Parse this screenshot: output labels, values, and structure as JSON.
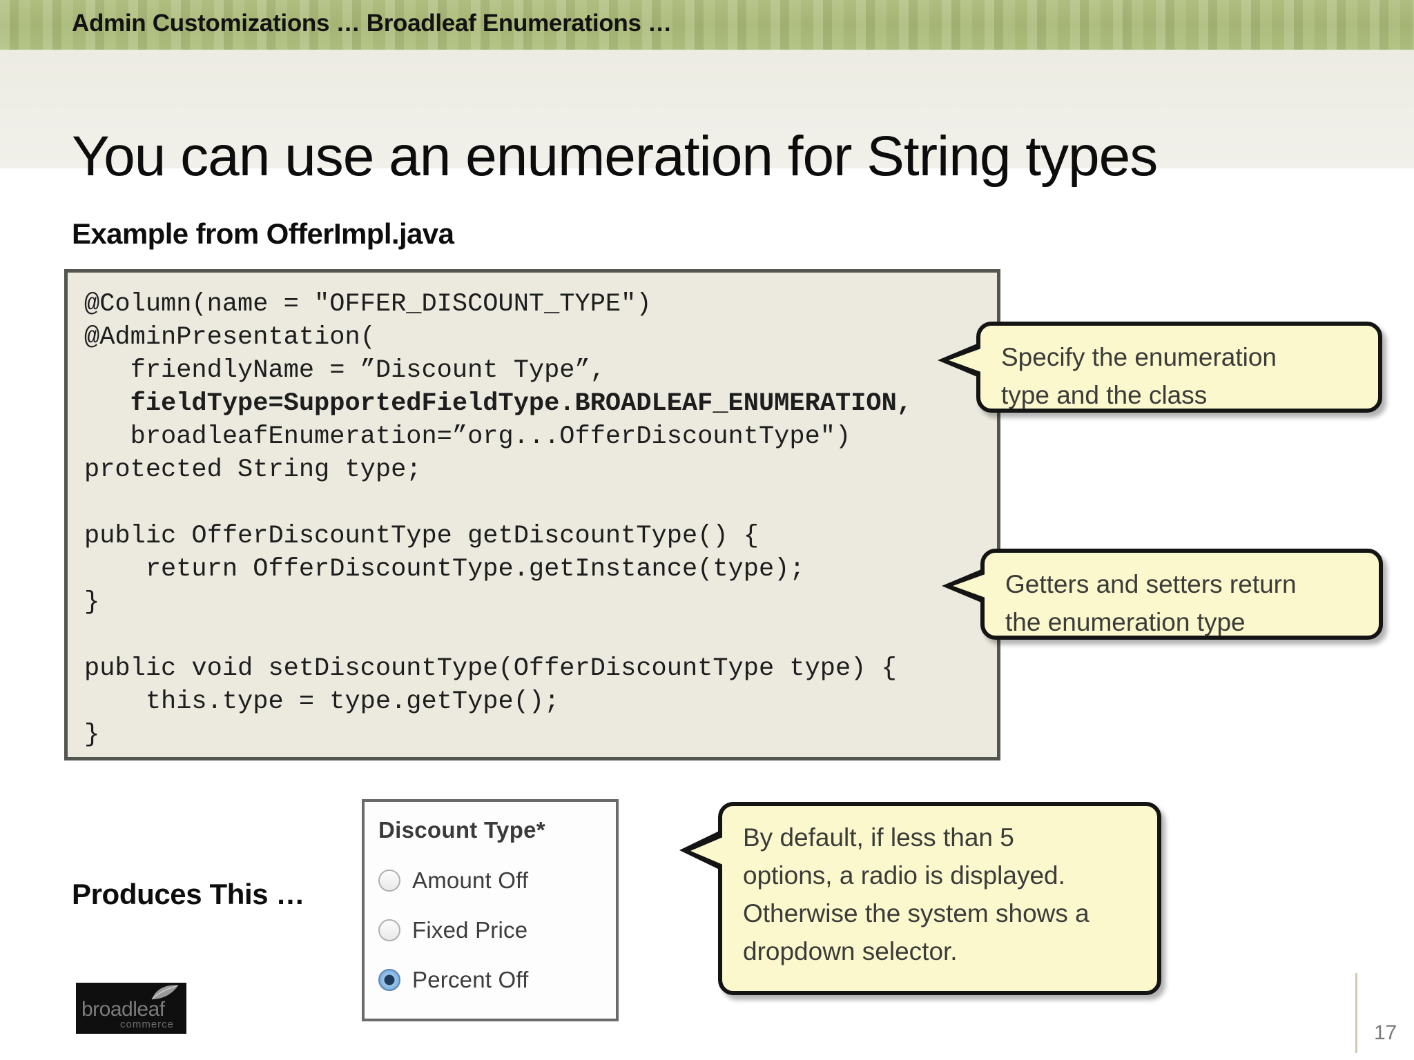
{
  "header": {
    "breadcrumb": "Admin Customizations … Broadleaf Enumerations …",
    "title": "You can use an enumeration for String types",
    "band_color": "#aec07e",
    "title_band_color": "#efeee7"
  },
  "sections": {
    "example_heading": "Example from OfferImpl.java",
    "produces_heading": "Produces This …"
  },
  "code": {
    "language": "java",
    "background": "#eceade",
    "border_color": "#555550",
    "lines": [
      {
        "text": "@Column(name = \"OFFER_DISCOUNT_TYPE\")",
        "bold": false
      },
      {
        "text": "@AdminPresentation(",
        "bold": false
      },
      {
        "text": "   friendlyName = ”Discount Type”,",
        "bold": false
      },
      {
        "text": "   fieldType=SupportedFieldType.BROADLEAF_ENUMERATION,",
        "bold": true
      },
      {
        "text": "   broadleafEnumeration=”org...OfferDiscountType\")",
        "bold": false
      },
      {
        "text": "protected String type;",
        "bold": false
      },
      {
        "text": "",
        "bold": false
      },
      {
        "text": "public OfferDiscountType getDiscountType() {",
        "bold": false
      },
      {
        "text": "    return OfferDiscountType.getInstance(type);",
        "bold": false
      },
      {
        "text": "}",
        "bold": false
      },
      {
        "text": "",
        "bold": false
      },
      {
        "text": "public void setDiscountType(OfferDiscountType type) {",
        "bold": false
      },
      {
        "text": "    this.type = type.getType();",
        "bold": false
      },
      {
        "text": "}",
        "bold": false
      }
    ]
  },
  "callouts": [
    {
      "id": "callout-1",
      "lines": [
        "Specify the enumeration",
        "type and the class"
      ],
      "fill": "#fbf8cd",
      "border": "#141414"
    },
    {
      "id": "callout-2",
      "lines": [
        "Getters and setters return",
        "the enumeration type"
      ],
      "fill": "#fbf8cd",
      "border": "#141414"
    },
    {
      "id": "callout-3",
      "lines": [
        "By default, if less than 5",
        "options, a radio is displayed.",
        "Otherwise the system shows a",
        "dropdown selector."
      ],
      "fill": "#fbf8cd",
      "border": "#141414"
    }
  ],
  "radio_widget": {
    "title": "Discount Type*",
    "options": [
      {
        "label": "Amount Off",
        "selected": false
      },
      {
        "label": "Fixed Price",
        "selected": false
      },
      {
        "label": "Percent Off",
        "selected": true
      }
    ],
    "selected_color": "#1d3a5c"
  },
  "logo": {
    "word": "broadleaf",
    "sub": "commerce"
  },
  "footer": {
    "page_number": "17"
  }
}
